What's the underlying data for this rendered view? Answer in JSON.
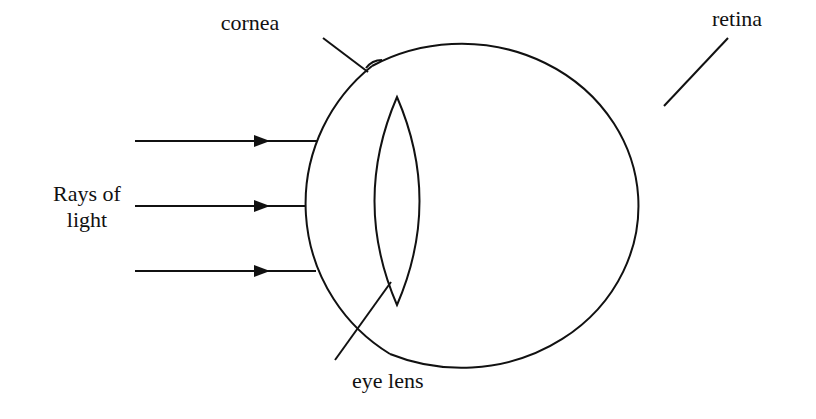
{
  "diagram": {
    "labels": [
      "cornea",
      "retina",
      "Rays of light",
      "eye lens"
    ]
  }
}
